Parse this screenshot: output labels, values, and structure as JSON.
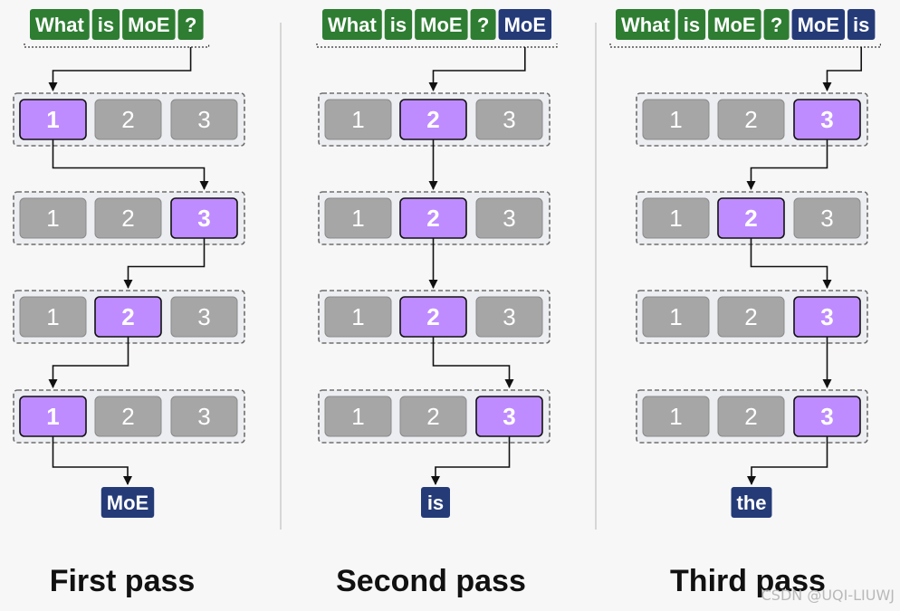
{
  "colors": {
    "token_input": "#2e7d32",
    "token_generated": "#253b78",
    "expert_active": "#bf8cff",
    "expert_inactive": "#a6a6a6",
    "layer_border": "#6e6e6e",
    "arrow": "#111111",
    "title": "#111111"
  },
  "passes": [
    {
      "title": "First pass",
      "input_tokens": [
        {
          "text": "What",
          "kind": "input"
        },
        {
          "text": "is",
          "kind": "input"
        },
        {
          "text": "MoE",
          "kind": "input"
        },
        {
          "text": "?",
          "kind": "input"
        }
      ],
      "layers": [
        {
          "experts": [
            "1",
            "2",
            "3"
          ],
          "active": 1
        },
        {
          "experts": [
            "1",
            "2",
            "3"
          ],
          "active": 3
        },
        {
          "experts": [
            "1",
            "2",
            "3"
          ],
          "active": 2
        },
        {
          "experts": [
            "1",
            "2",
            "3"
          ],
          "active": 1
        }
      ],
      "output_token": "MoE"
    },
    {
      "title": "Second pass",
      "input_tokens": [
        {
          "text": "What",
          "kind": "input"
        },
        {
          "text": "is",
          "kind": "input"
        },
        {
          "text": "MoE",
          "kind": "input"
        },
        {
          "text": "?",
          "kind": "input"
        },
        {
          "text": "MoE",
          "kind": "generated"
        }
      ],
      "layers": [
        {
          "experts": [
            "1",
            "2",
            "3"
          ],
          "active": 2
        },
        {
          "experts": [
            "1",
            "2",
            "3"
          ],
          "active": 2
        },
        {
          "experts": [
            "1",
            "2",
            "3"
          ],
          "active": 2
        },
        {
          "experts": [
            "1",
            "2",
            "3"
          ],
          "active": 3
        }
      ],
      "output_token": "is"
    },
    {
      "title": "Third pass",
      "input_tokens": [
        {
          "text": "What",
          "kind": "input"
        },
        {
          "text": "is",
          "kind": "input"
        },
        {
          "text": "MoE",
          "kind": "input"
        },
        {
          "text": "?",
          "kind": "input"
        },
        {
          "text": "MoE",
          "kind": "generated"
        },
        {
          "text": "is",
          "kind": "generated"
        }
      ],
      "layers": [
        {
          "experts": [
            "1",
            "2",
            "3"
          ],
          "active": 3
        },
        {
          "experts": [
            "1",
            "2",
            "3"
          ],
          "active": 2
        },
        {
          "experts": [
            "1",
            "2",
            "3"
          ],
          "active": 3
        },
        {
          "experts": [
            "1",
            "2",
            "3"
          ],
          "active": 3
        }
      ],
      "output_token": "the"
    }
  ],
  "watermark": "CSDN @UQI-LIUWJ"
}
